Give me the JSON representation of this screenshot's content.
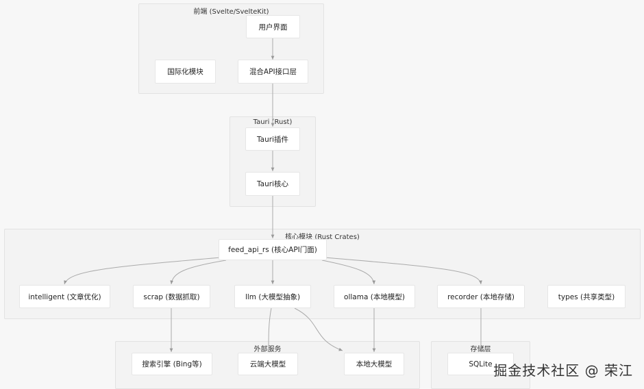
{
  "groups": {
    "frontend": "前端 (Svelte/SvelteKit)",
    "tauri": "Tauri (Rust)",
    "core": "核心模块 (Rust Crates)",
    "external": "外部服务",
    "storage": "存储层"
  },
  "nodes": {
    "user_ui": "用户界面",
    "i18n": "国际化模块",
    "hybrid_api": "混合API接口层",
    "tauri_plugin": "Tauri插件",
    "tauri_core": "Tauri核心",
    "feed_api": "feed_api_rs (核心API门面)",
    "intelligent": "intelligent (文章优化)",
    "scrap": "scrap (数据抓取)",
    "llm": "llm (大模型抽象)",
    "ollama": "ollama (本地模型)",
    "recorder": "recorder (本地存储)",
    "types": "types (共享类型)",
    "search_engine": "搜索引擎 (Bing等)",
    "cloud_llm": "云端大模型",
    "local_llm": "本地大模型",
    "sqlite": "SQLite"
  },
  "watermark": "掘金技术社区 @ 荣江"
}
